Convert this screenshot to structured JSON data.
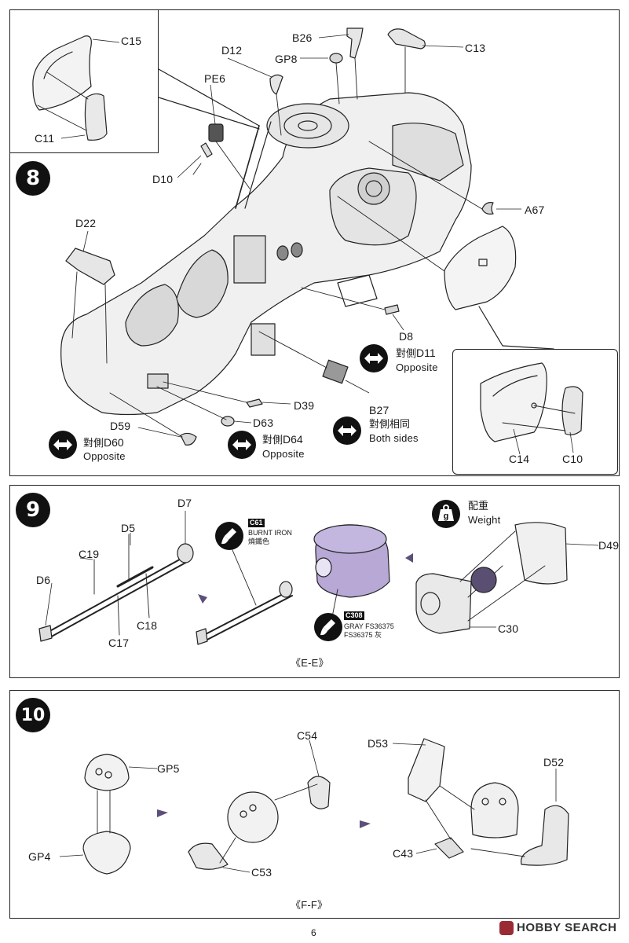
{
  "page_number": "6",
  "watermark": {
    "brand": "HOBBY SEARCH"
  },
  "steps": {
    "s8": {
      "number": "8"
    },
    "s9": {
      "number": "9",
      "view": "《E-E》"
    },
    "s10": {
      "number": "10",
      "view": "《F-F》"
    }
  },
  "parts": {
    "C15": "C15",
    "C11": "C11",
    "D12": "D12",
    "PE6": "PE6",
    "D10": "D10",
    "B26": "B26",
    "GP8": "GP8",
    "C13": "C13",
    "A67": "A67",
    "D22": "D22",
    "D8": "D8",
    "D11": "D11",
    "B27": "B27",
    "D39": "D39",
    "D59": "D59",
    "D60": "D60",
    "D63": "D63",
    "D64": "D64",
    "C14": "C14",
    "C10": "C10",
    "D7": "D7",
    "D5": "D5",
    "C19": "C19",
    "D6": "D6",
    "C18": "C18",
    "C17": "C17",
    "D49": "D49",
    "C30": "C30",
    "GP5": "GP5",
    "GP4": "GP4",
    "C54": "C54",
    "C53": "C53",
    "D53": "D53",
    "D52": "D52",
    "C43": "C43"
  },
  "notes": {
    "opposite_cn_d11": "對側",
    "opposite_en": "Opposite",
    "both_sides_cn": "對側相同",
    "both_sides_en": "Both sides",
    "opposite_cn_d60": "對側",
    "opposite_cn_d64": "對側",
    "weight_cn": "配重",
    "weight_en": "Weight",
    "weight_icon": "g"
  },
  "paints": {
    "burnt_iron": {
      "code": "C61",
      "name": "BURNT IRON",
      "cn": "燒鐵色"
    },
    "gray": {
      "code": "C308",
      "name": "GRAY FS36375",
      "cn": "FS36375 灰",
      "swatch": "#b7a8d6"
    }
  },
  "icons": {
    "opposite": "double-arrow-icon",
    "weight": "weight-icon",
    "brush": "paint-brush-icon",
    "next": "step-arrow-icon"
  }
}
